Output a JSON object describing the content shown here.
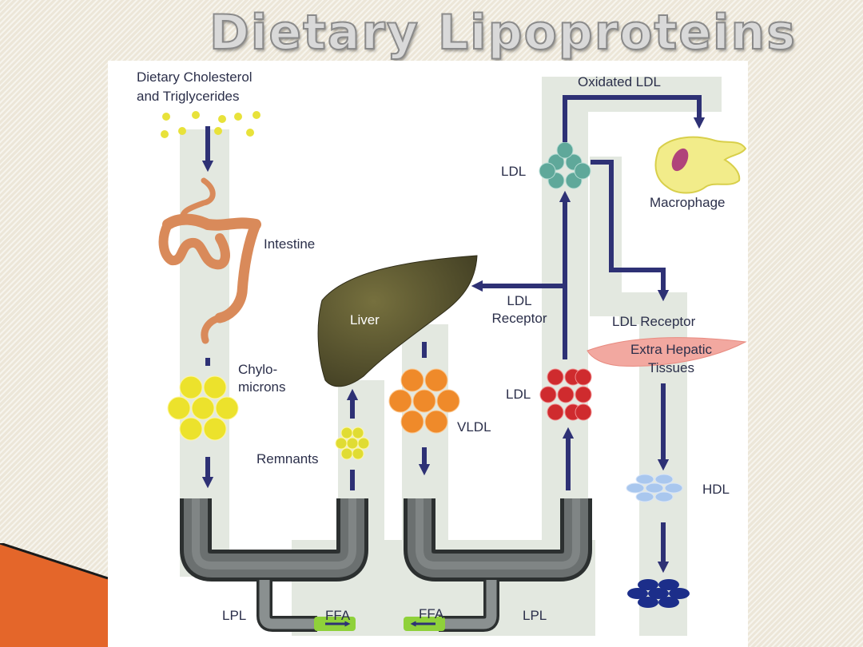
{
  "title": "Dietary Lipoproteins",
  "labels": {
    "dietary_line1": "Dietary Cholesterol",
    "dietary_line2": "and Triglycerides",
    "intestine": "Intestine",
    "chylo_line1": "Chylo-",
    "chylo_line2": "microns",
    "remnants": "Remnants",
    "liver": "Liver",
    "vldl": "VLDL",
    "ldl_red": "LDL",
    "ldl_top": "LDL",
    "oxidated_ldl": "Oxidated LDL",
    "macrophage": "Macrophage",
    "ldl_receptor_liver_line1": "LDL",
    "ldl_receptor_liver_line2": "Receptor",
    "ldl_receptor_tissue": "LDL Receptor",
    "extra_hepatic_line1": "Extra Hepatic",
    "extra_hepatic_line2": "Tissues",
    "hdl": "HDL",
    "lpl_left": "LPL",
    "ffa_left": "FFA",
    "ffa_right": "FFA",
    "lpl_right": "LPL"
  },
  "colors": {
    "arrow": "#2e3175",
    "band": "#e3e8e0",
    "dietary_dots": "#e8e23a",
    "chylomicron": "#ece22c",
    "remnant": "#e0dc33",
    "vldl": "#ef8a2a",
    "ldl_red": "#cf2b2e",
    "ldl_teal": "#5fa89a",
    "hdl": "#a9c7ee",
    "hdl_dark": "#1c2e8a",
    "liver": "#5a5634",
    "intestine": "#d98a5a",
    "macrophage": "#f2ec8a",
    "macrophage_nucleus": "#b0447a",
    "tissue": "#f2a8a0",
    "pipe": "#555a5a",
    "ffa_cap": "#8fd13a",
    "title_fill": "#d9d9d9",
    "corner": "#e4662a"
  }
}
